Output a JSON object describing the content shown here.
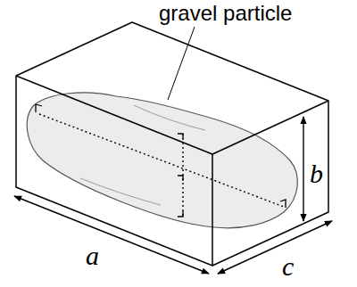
{
  "diagram": {
    "labels": [
      "gravel particle",
      "a",
      "b",
      "c"
    ]
  }
}
